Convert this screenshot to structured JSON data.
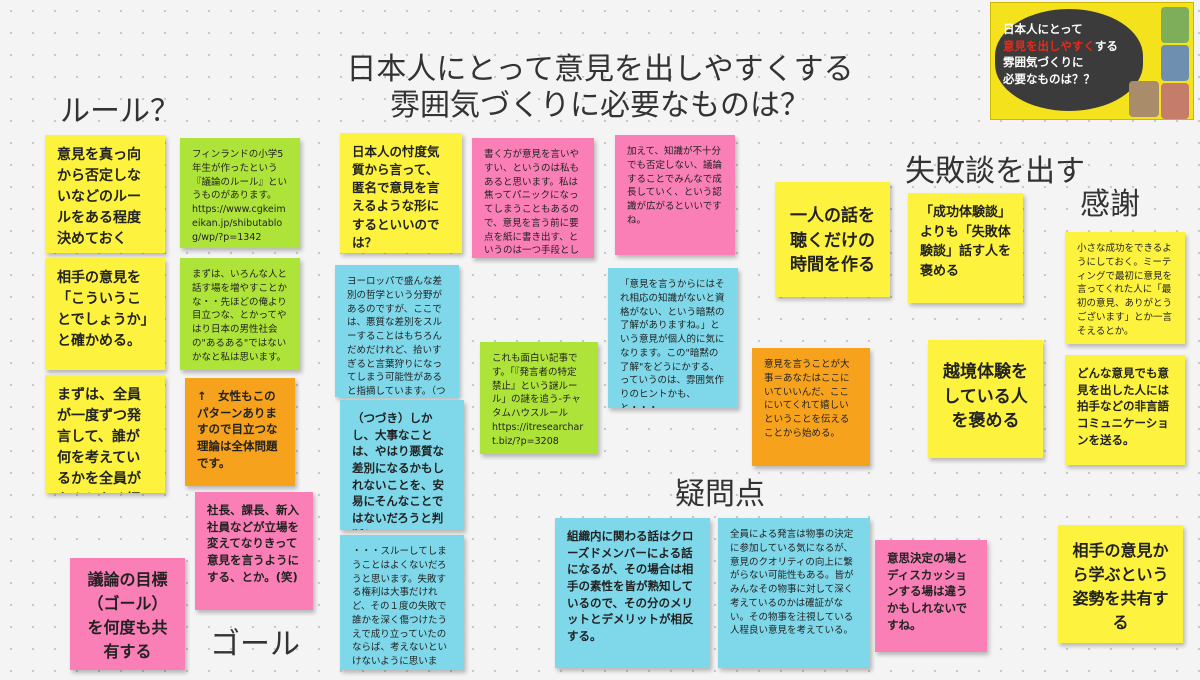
{
  "title": {
    "line1": "日本人にとって意見を出しやすくする",
    "line2": "雰囲気づくりに必要なものは？"
  },
  "headings": {
    "rules": "ルール？",
    "failures": "失敗談を出す",
    "thanks": "感謝",
    "questions": "疑問点",
    "goal": "ゴール"
  },
  "thumbnail": {
    "line1": "日本人にとって",
    "line2_highlight": "意見を出しやすく",
    "line2_rest": "する",
    "line3": "雰囲気づくりに",
    "line4": "必要なものは？？"
  },
  "notes": {
    "n1": "意見を真っ向から否定しないなどのルールをある程度決めておく",
    "n2": "相手の意見を「こういうことでしょうか」と確かめる。",
    "n3": "まずは、全員が一度ずつ発言して、誰が何を考えているかを全員がなんとなく把握する",
    "n4": "フィンランドの小学5年生が作ったという『議論のルール』というものがあります。\nhttps://www.cgkeimeikan.jp/shibutablog/wp/?p=1342",
    "n5": "まずは、いろんな人と話す場を増やすことかな・・先ほどの俺より目立つな、とかってやはり日本の男性社会の\"あるある\"ではないかなと私は思います。",
    "n6": "↑　女性もこのパターンありますので目立つな理論は全体問題です。",
    "n7": "社長、課長、新入社員などが立場を変えてなりきって意見を言うようにする、とか。(笑)",
    "n8": "議論の目標（ゴール）を何度も共有する",
    "n9": "日本人の忖度気質から言って、匿名で意見を言えるような形にするといいのでは？",
    "n10": "ヨーロッパで盛んな差別の哲学という分野があるのですが、ここでは、悪質な差別をスルーすることはもちろんだめだけれど、拾いすぎると言葉狩りになってしまう可能性があると指摘しています。（つづく）",
    "n11": "（つづき）しかし、大事なことは、やはり悪質な差別になるかもしれないことを、安易にそんなことではないだろうと判断し・・・",
    "n12": "・・・スルーしてしまうことはよくないだろうと思います。失敗する権利は大事だけれど、その１度の失敗で誰かを深く傷つけたうえで成り立っていたのならば、考えないといけないように思います。",
    "n13": "書く方が意見を言いやすい、というのは私もあると思います。私は焦ってパニックになってしまうこともあるので、意見を言う前に要点を紙に書き出す、というのは一つ手段としてあると思います。",
    "n14": "これも面白い記事です。「『発言者の特定禁止』という謎ルール」の謎を追う-チャタムハウスルール\nhttps://itresearchart.biz/?p=3208",
    "n15": "加えて、知識が不十分でも否定しない、議論することでみんなで成長していく、という認識が広がるといいですね。",
    "n16": "「意見を言うからにはそれ相応の知識がないと資格がない、という暗黙の了解がありますね。」という意見が個人的に気になります。この\"暗黙の了解\"をどうにかする、っていうのは、雰囲気作りのヒントかも、と・・・",
    "n17": "組織内に関わる話はクローズドメンバーによる話になるが、その場合は相手の素性を皆が熟知しているので、その分のメリットとデメリットが相反する。",
    "n18": "一人の話を聴くだけの時間を作る",
    "n19": "意見を言うことが大事＝あなたはここにいていいんだ、ここにいてくれて嬉しいということを伝えることから始める。",
    "n20": "全員による発言は物事の決定に参加している気になるが、意見のクオリティの向上に繋がらない可能性もある。皆がみんなその物事に対して深く考えているのかは確証がない。その物事を注視している人程良い意見を考えている。",
    "n21": "「成功体験談」よりも「失敗体験談」話す人を褒める",
    "n22": "越境体験をしている人を褒める",
    "n23": "小さな成功をできるようにしておく。ミーティングで最初に意見を言ってくれた人に「最初の意見、ありがとうございます」とか一言そえるとか。",
    "n24": "どんな意見でも意見を出した人には拍手などの非言語コミュニケーションを送る。",
    "n25": "意思決定の場とディスカッションする場は違うかもしれないですね。",
    "n26": "相手の意見から学ぶという姿勢を共有する"
  }
}
